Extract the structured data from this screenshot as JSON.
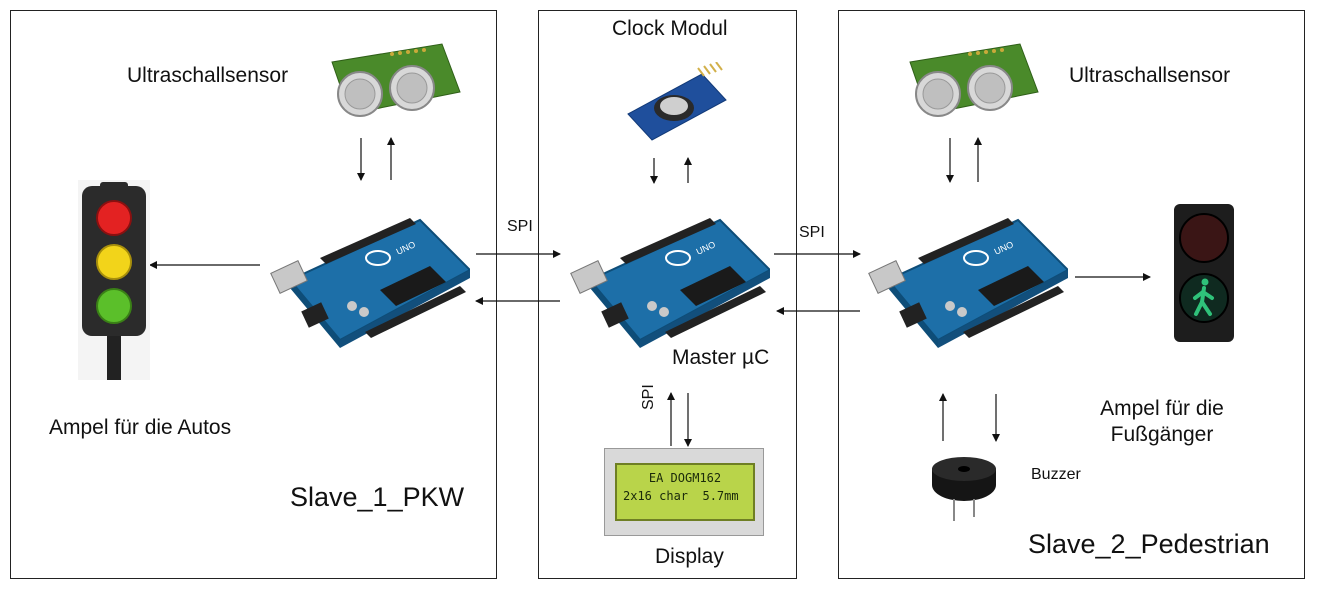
{
  "panels": {
    "slave1": {
      "title": "Slave_1_PKW"
    },
    "master": {
      "title": "Master µC"
    },
    "slave2": {
      "title": "Slave_2_Pedestrian"
    }
  },
  "components": {
    "ultrasonic_left": {
      "label": "Ultraschallsensor"
    },
    "ultrasonic_right": {
      "label": "Ultraschallsensor"
    },
    "clock": {
      "label": "Clock Modul"
    },
    "car_light": {
      "label": "Ampel für die Autos"
    },
    "ped_light": {
      "label_line1": "Ampel für die",
      "label_line2": "Fußgänger"
    },
    "display": {
      "label": "Display",
      "line1": "EA DOGM162",
      "line2": "2x16 char  5.7mm"
    },
    "buzzer": {
      "label": "Buzzer"
    }
  },
  "links": {
    "spi_left": "SPI",
    "spi_right": "SPI",
    "spi_display": "SPI"
  },
  "colors": {
    "arduino_blue": "#1d6fa8",
    "sensor_green": "#4a8a2a",
    "lcd_green": "#b9d44a",
    "ped_green": "#2fc27a"
  }
}
